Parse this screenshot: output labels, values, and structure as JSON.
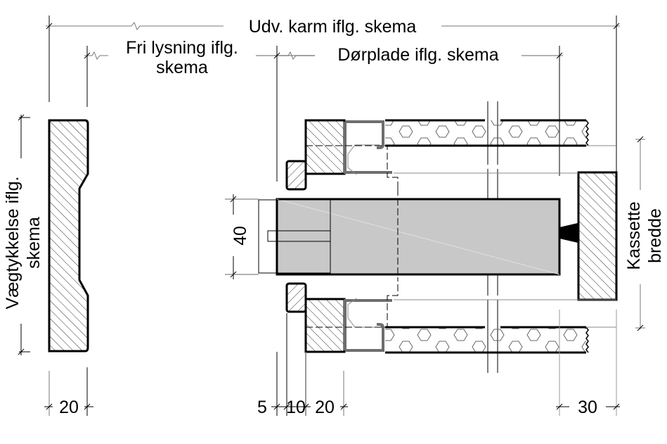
{
  "diagram": {
    "type": "technical-section-drawing",
    "subject": "Sliding door cassette frame section",
    "labels": {
      "outer_frame": "Udv. karm iflg. skema",
      "clear_opening_line1": "Fri lysning iflg.",
      "clear_opening_line2": "skema",
      "door_leaf": "Dørplade iflg. skema",
      "wall_thickness_line1": "Vægtykkelse iflg.",
      "wall_thickness_line2": "skema",
      "cassette_width_line1": "Kassette",
      "cassette_width_line2": "bredde"
    },
    "dimensions": {
      "door_thickness": "40",
      "trim_width": "20",
      "gap_5": "5",
      "gap_10": "10",
      "frame_20": "20",
      "end_30": "30"
    },
    "colors": {
      "line": "#000000",
      "dim_line": "#808080",
      "door_fill": "#c8c8c8",
      "steel_profile": "#6e6e6e",
      "hatch": "#000000",
      "background": "#ffffff"
    }
  }
}
